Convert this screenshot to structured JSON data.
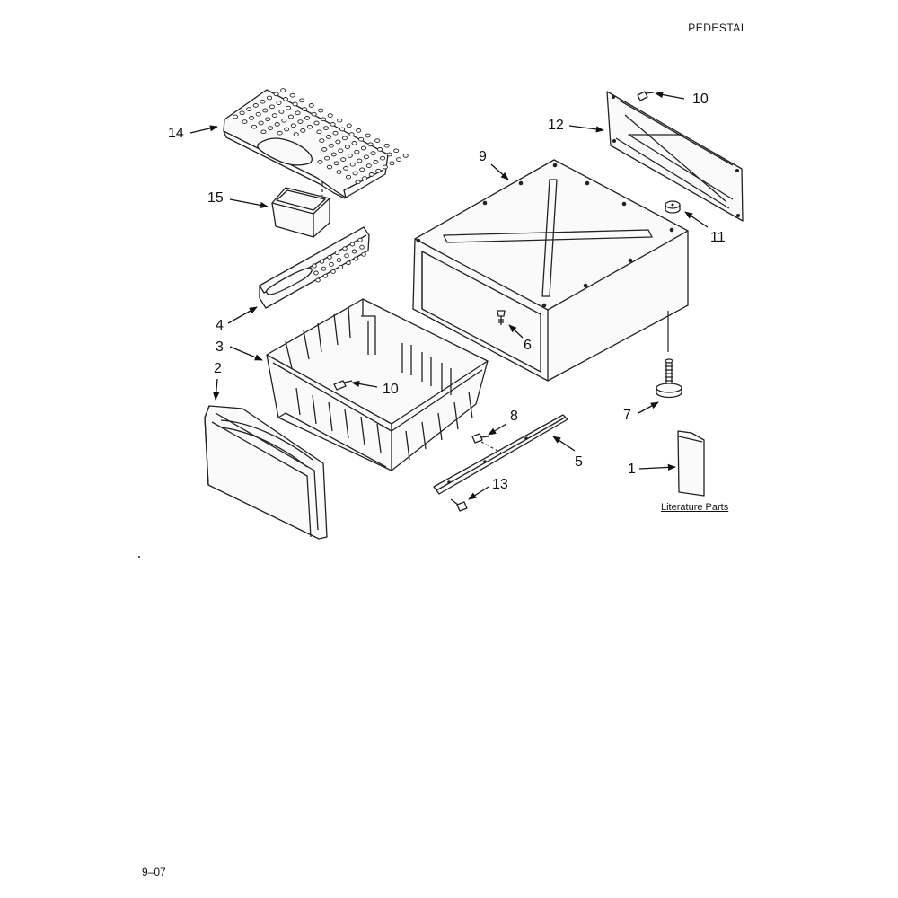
{
  "header": {
    "title": "PEDESTAL"
  },
  "footer": {
    "code": "9–07"
  },
  "literature_label": "Literature Parts",
  "callouts": [
    {
      "id": "c14",
      "text": "14"
    },
    {
      "id": "c15",
      "text": "15"
    },
    {
      "id": "c4",
      "text": "4"
    },
    {
      "id": "c3",
      "text": "3"
    },
    {
      "id": "c2",
      "text": "2"
    },
    {
      "id": "c10a",
      "text": "10"
    },
    {
      "id": "c9",
      "text": "9"
    },
    {
      "id": "c12",
      "text": "12"
    },
    {
      "id": "c10b",
      "text": "10"
    },
    {
      "id": "c11",
      "text": "11"
    },
    {
      "id": "c6",
      "text": "6"
    },
    {
      "id": "c7",
      "text": "7"
    },
    {
      "id": "c8",
      "text": "8"
    },
    {
      "id": "c5",
      "text": "5"
    },
    {
      "id": "c13",
      "text": "13"
    },
    {
      "id": "c1",
      "text": "1"
    }
  ]
}
